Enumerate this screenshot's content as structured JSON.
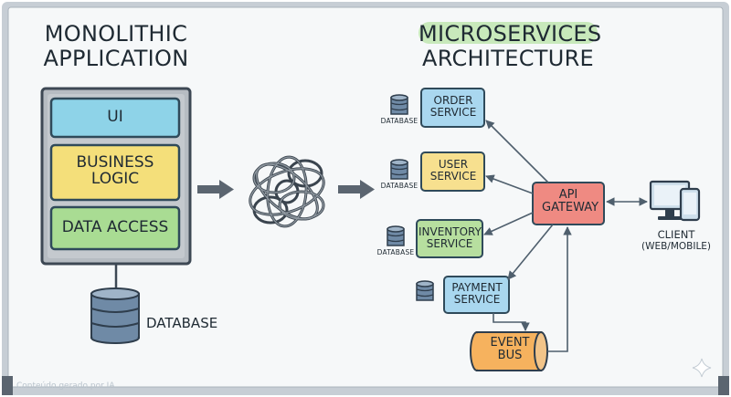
{
  "monolith": {
    "title_line1": "MONOLITHIC",
    "title_line2": "APPLICATION",
    "layers": [
      "UI",
      "BUSINESS LOGIC",
      "DATA ACCESS"
    ],
    "database": "DATABASE"
  },
  "microservices": {
    "title_line1": "MICROSERVICES",
    "title_line2": "ARCHITECTURE",
    "services": {
      "order": "ORDER SERVICE",
      "user": "USER SERVICE",
      "inventory": "INVENTORY SERVICE",
      "payment": "PAYMENT SERVICE"
    },
    "db_label": "DATABASE",
    "gateway": "API GATEWAY",
    "event_bus": "EVENT BUS",
    "client_line1": "CLIENT",
    "client_line2": "(WEB/MOBILE)"
  },
  "watermark": "Conteúdo gerado por IA",
  "colors": {
    "ui_layer": "#8ed3e8",
    "business_layer": "#f4df7a",
    "data_layer": "#a9dc93",
    "order": "#a9d7ef",
    "user": "#f7e08f",
    "inventory": "#b7df9f",
    "payment": "#a9d7ef",
    "gateway": "#ef8a82",
    "event_bus": "#f6b25e",
    "database": "#6f8aa6",
    "highlight": "#bfe6b0"
  }
}
